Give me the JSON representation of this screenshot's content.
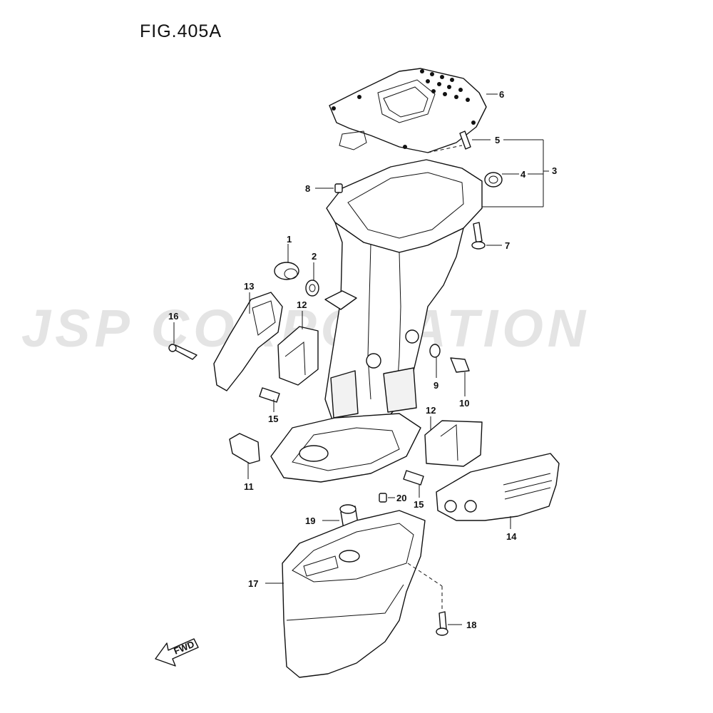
{
  "figure": {
    "title": "FIG.405A"
  },
  "watermark": {
    "text": "JSP CORPORATION"
  },
  "direction_marker": {
    "text": "FWD"
  },
  "callouts": {
    "c1": "1",
    "c2": "2",
    "c3": "3",
    "c4": "4",
    "c5": "5",
    "c6": "6",
    "c7": "7",
    "c8": "8",
    "c9": "9",
    "c10": "10",
    "c11": "11",
    "c12a": "12",
    "c12b": "12",
    "c13": "13",
    "c14": "14",
    "c15a": "15",
    "c15b": "15",
    "c16": "16",
    "c17": "17",
    "c18": "18",
    "c19": "19",
    "c20": "20"
  }
}
